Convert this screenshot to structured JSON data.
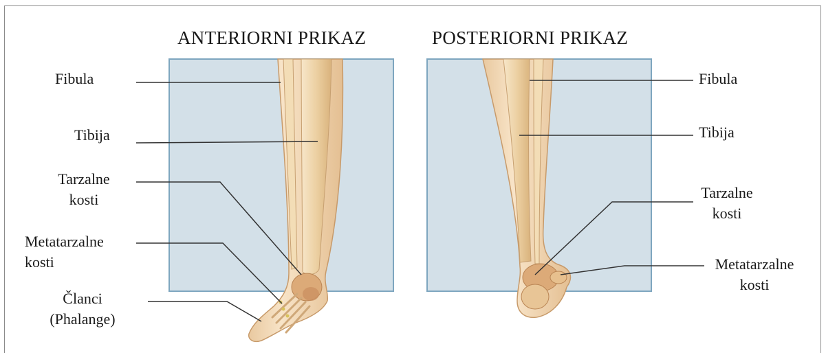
{
  "titles": {
    "anterior": "ANTERIORNI PRIKAZ",
    "posterior": "POSTERIORNI PRIKAZ"
  },
  "anterior_labels": {
    "fibula": "Fibula",
    "tibija": "Tibija",
    "tarzalne_line1": "Tarzalne",
    "tarzalne_line2": "kosti",
    "metatarzalne_line1": "Metatarzalne",
    "metatarzalne_line2": "kosti",
    "clanci_line1": "Članci",
    "clanci_line2": "(Phalange)"
  },
  "posterior_labels": {
    "fibula": "Fibula",
    "tibija": "Tibija",
    "tarzalne_line1": "Tarzalne",
    "tarzalne_line2": "kosti",
    "metatarzalne_line1": "Metatarzalne",
    "metatarzalne_line2": "kosti"
  },
  "colors": {
    "panel_fill": "#d3e0e8",
    "panel_border": "#7ea6bf",
    "skin": "#f6ddc0",
    "bone": "#eed3a8",
    "bone_shadow": "#c7a071",
    "leader_line": "#333333"
  }
}
